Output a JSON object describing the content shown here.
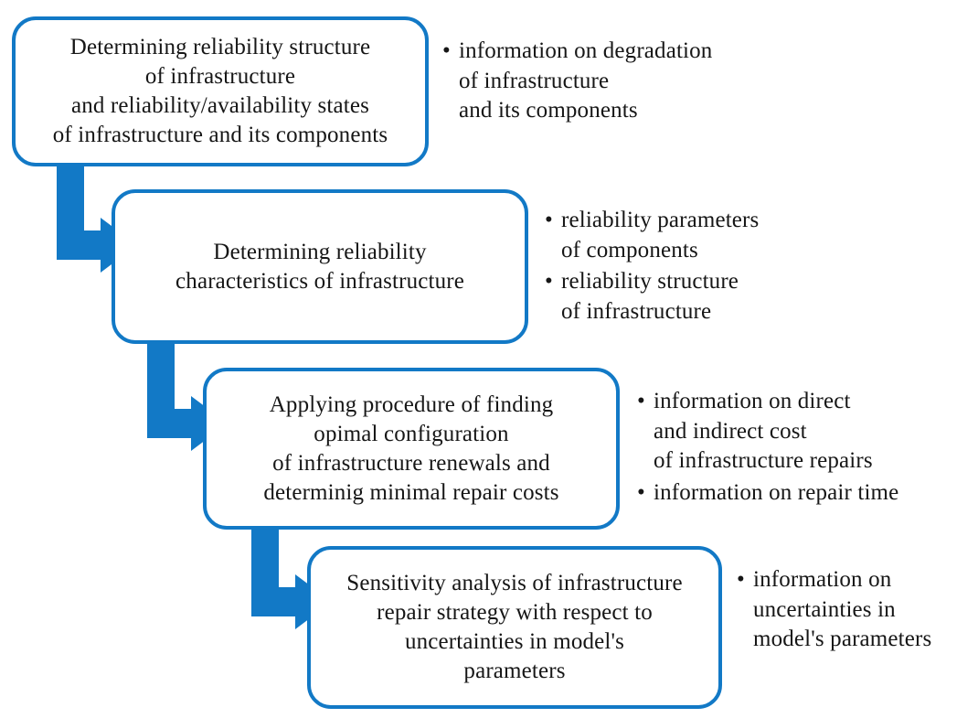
{
  "diagram": {
    "title": "Infrastructure reliability and repair-strategy methodology flowchart",
    "accent_color": "#1279c6",
    "arrow_color": "#1279c6",
    "text_color": "#161616",
    "background_color": "#ffffff",
    "bullet_glyph": "•"
  },
  "steps": [
    {
      "id": "step-1",
      "label": "Determining reliability structure\nof infrastructure\nand reliability/availability states\nof infrastructure and its components",
      "inputs": [
        "information on degradation\nof infrastructure\nand its components"
      ]
    },
    {
      "id": "step-2",
      "label": "Determining reliability\ncharacteristics of infrastructure",
      "inputs": [
        "reliability parameters\nof components",
        "reliability structure\nof infrastructure"
      ]
    },
    {
      "id": "step-3",
      "label": "Applying procedure of finding\nopimal configuration\nof infrastructure renewals and\ndeterminig minimal repair costs",
      "inputs": [
        "information on direct\nand indirect cost\nof infrastructure repairs",
        "information on repair time"
      ]
    },
    {
      "id": "step-4",
      "label": "Sensitivity analysis of infrastructure\nrepair strategy with respect to\nuncertainties in model's\nparameters",
      "inputs": [
        "information on\nuncertainties in\nmodel's parameters"
      ]
    }
  ],
  "connectors": [
    {
      "id": "arrow-1",
      "from": "step-1",
      "to": "step-2"
    },
    {
      "id": "arrow-2",
      "from": "step-2",
      "to": "step-3"
    },
    {
      "id": "arrow-3",
      "from": "step-3",
      "to": "step-4"
    }
  ]
}
